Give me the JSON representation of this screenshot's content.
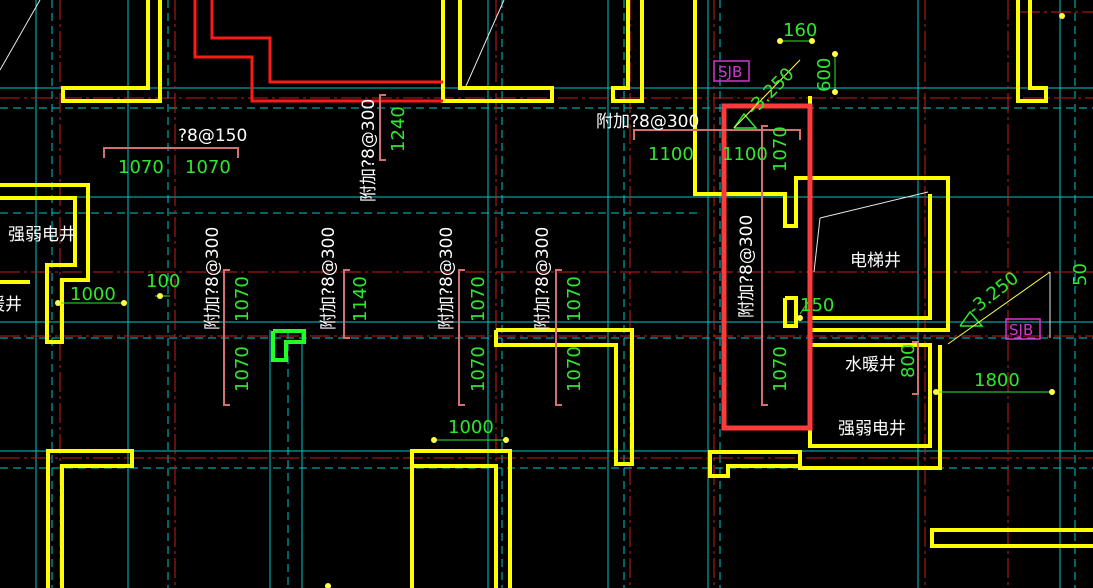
{
  "drawing": {
    "colors": {
      "background": "#000000",
      "wall": "#ffff00",
      "red_wall": "#ff1a1a",
      "cyan_grid": "#00c8c8",
      "red_axis": "#c81e1e",
      "dimension_text": "#2ee82e",
      "rebar_bracket": "#d07070",
      "highlight_box": "#ff3a3a",
      "room_label": "#ffffff",
      "marker": "#d534d5"
    },
    "rebar_labels": [
      {
        "id": "rebar-top-left",
        "text": "?8@150"
      },
      {
        "id": "rebar-top-center",
        "text": "附加?8@300"
      },
      {
        "id": "rebar-top-right",
        "text": "附加?8@300"
      },
      {
        "id": "rebar-col-1",
        "text": "附加?8@300"
      },
      {
        "id": "rebar-col-2",
        "text": "附加?8@300"
      },
      {
        "id": "rebar-col-3",
        "text": "附加?8@300"
      },
      {
        "id": "rebar-col-4",
        "text": "附加?8@300"
      },
      {
        "id": "rebar-shaft",
        "text": "附加?8@300"
      }
    ],
    "dimensions": [
      {
        "id": "dim-160",
        "text": "160"
      },
      {
        "id": "dim-600",
        "text": "600"
      },
      {
        "id": "dim-1240",
        "text": "1240"
      },
      {
        "id": "dim-1070-a",
        "text": "1070"
      },
      {
        "id": "dim-1070-b",
        "text": "1070"
      },
      {
        "id": "dim-1100-a",
        "text": "1100"
      },
      {
        "id": "dim-1100-b",
        "text": "1100"
      },
      {
        "id": "dim-1070-shaft-top",
        "text": "1070"
      },
      {
        "id": "dim-1000-left",
        "text": "1000"
      },
      {
        "id": "dim-100",
        "text": "100"
      },
      {
        "id": "dim-1070-c1-top",
        "text": "1070"
      },
      {
        "id": "dim-1070-c1-bottom",
        "text": "1070"
      },
      {
        "id": "dim-1140",
        "text": "1140"
      },
      {
        "id": "dim-1070-c3-top",
        "text": "1070"
      },
      {
        "id": "dim-1070-c3-bottom",
        "text": "1070"
      },
      {
        "id": "dim-1070-c4-top",
        "text": "1070"
      },
      {
        "id": "dim-1070-c4-bottom",
        "text": "1070"
      },
      {
        "id": "dim-150",
        "text": "150"
      },
      {
        "id": "dim-1070-shaft-bottom",
        "text": "1070"
      },
      {
        "id": "dim-800",
        "text": "800"
      },
      {
        "id": "dim-1800",
        "text": "1800"
      },
      {
        "id": "dim-1000-bottom",
        "text": "1000"
      },
      {
        "id": "dim-50",
        "text": "50"
      }
    ],
    "room_labels": [
      {
        "id": "room-weak-current-top-left",
        "text": "强弱电井"
      },
      {
        "id": "room-partial-left",
        "text": "暖井"
      },
      {
        "id": "room-elevator-shaft",
        "text": "电梯井"
      },
      {
        "id": "room-water-heating-shaft",
        "text": "水暖井"
      },
      {
        "id": "room-weak-current-right",
        "text": "强弱电井"
      }
    ],
    "markers": [
      {
        "id": "marker-sjb-top",
        "text": "SJB",
        "elevation": "-3.250"
      },
      {
        "id": "marker-sjb-right",
        "text": "SJB",
        "elevation": "-3.250"
      }
    ]
  }
}
